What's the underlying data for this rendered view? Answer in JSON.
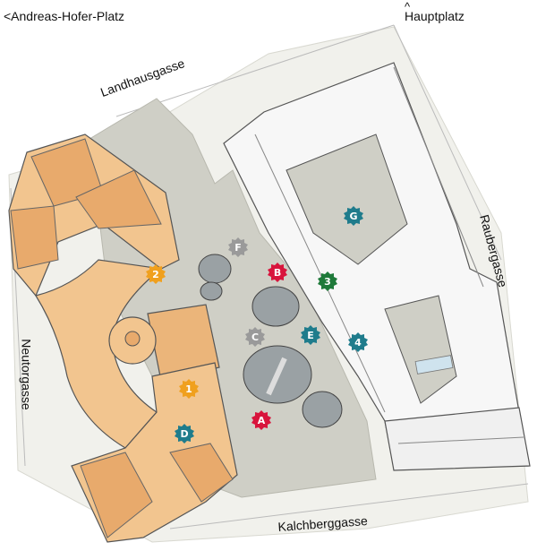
{
  "streets": {
    "andreas_hofer_platz": "<Andreas-Hofer-Platz",
    "hauptplatz": "Hauptplatz",
    "hauptplatz_arrow": "^",
    "landhausgasse": "Landhausgasse",
    "raubergasse": "Raubergasse",
    "neutorgasse": "Neutorgasse",
    "kalchberggasse": "Kalchberggasse"
  },
  "markers": [
    {
      "id": "marker-1",
      "label": "1",
      "shape": "gear",
      "color": "#f0a01e"
    },
    {
      "id": "marker-2",
      "label": "2",
      "shape": "gear",
      "color": "#f0a01e"
    },
    {
      "id": "marker-3",
      "label": "3",
      "shape": "gear",
      "color": "#1f7a3a"
    },
    {
      "id": "marker-4",
      "label": "4",
      "shape": "gear",
      "color": "#1f7c8c"
    },
    {
      "id": "marker-a",
      "label": "A",
      "shape": "gear",
      "color": "#d8143c"
    },
    {
      "id": "marker-b",
      "label": "B",
      "shape": "gear",
      "color": "#d8143c"
    },
    {
      "id": "marker-c",
      "label": "C",
      "shape": "gear",
      "color": "#9a9a9a"
    },
    {
      "id": "marker-d",
      "label": "D",
      "shape": "gear",
      "color": "#1f7c8c"
    },
    {
      "id": "marker-e",
      "label": "E",
      "shape": "gear",
      "color": "#1f7c8c"
    },
    {
      "id": "marker-f",
      "label": "F",
      "shape": "gear",
      "color": "#9a9a9a"
    },
    {
      "id": "marker-g",
      "label": "G",
      "shape": "gear",
      "color": "#1f7c8c"
    }
  ],
  "colors": {
    "courtyard": "#cfcfc6",
    "historic_building": "#f2c58f",
    "historic_roof": "#e8aa6c",
    "modern_building": "#f7f7f7",
    "street_ground": "#f1f1ec",
    "outline": "#555555"
  }
}
